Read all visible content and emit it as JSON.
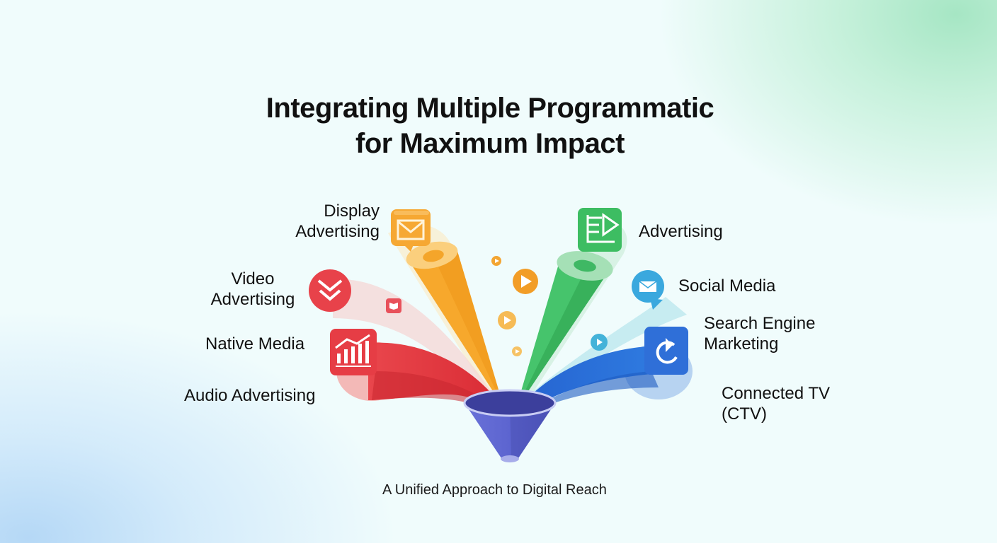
{
  "title": {
    "line1": "Integrating Multiple Programmatic",
    "line2": "for Maximum Impact"
  },
  "channels_left": [
    {
      "line1": "Display",
      "line2": "Advertising",
      "icon": "envelope-icon",
      "color": "#f6a833"
    },
    {
      "line1": "Video",
      "line2": "Advertising",
      "icon": "chevron-down-double-icon",
      "color": "#e8424a"
    },
    {
      "line1": "Native Media",
      "icon": "bar-chart-trend-icon",
      "color": "#e63d45"
    },
    {
      "line1": "Audio Advertising"
    }
  ],
  "channels_right": [
    {
      "line1": "Advertising",
      "icon": "document-arrow-icon",
      "color": "#3dbd62"
    },
    {
      "line1": "Social Media",
      "icon": "chat-envelope-icon",
      "color": "#3aa8de"
    },
    {
      "line1": "Search Engine",
      "line2": "Marketing",
      "icon": "refresh-play-icon",
      "color": "#2f6fd8"
    },
    {
      "line1": "Connected TV",
      "line2": "(CTV)"
    }
  ],
  "funnel_color": "#5a63cc",
  "subtitle": "A Unified Approach to Digital Reach"
}
